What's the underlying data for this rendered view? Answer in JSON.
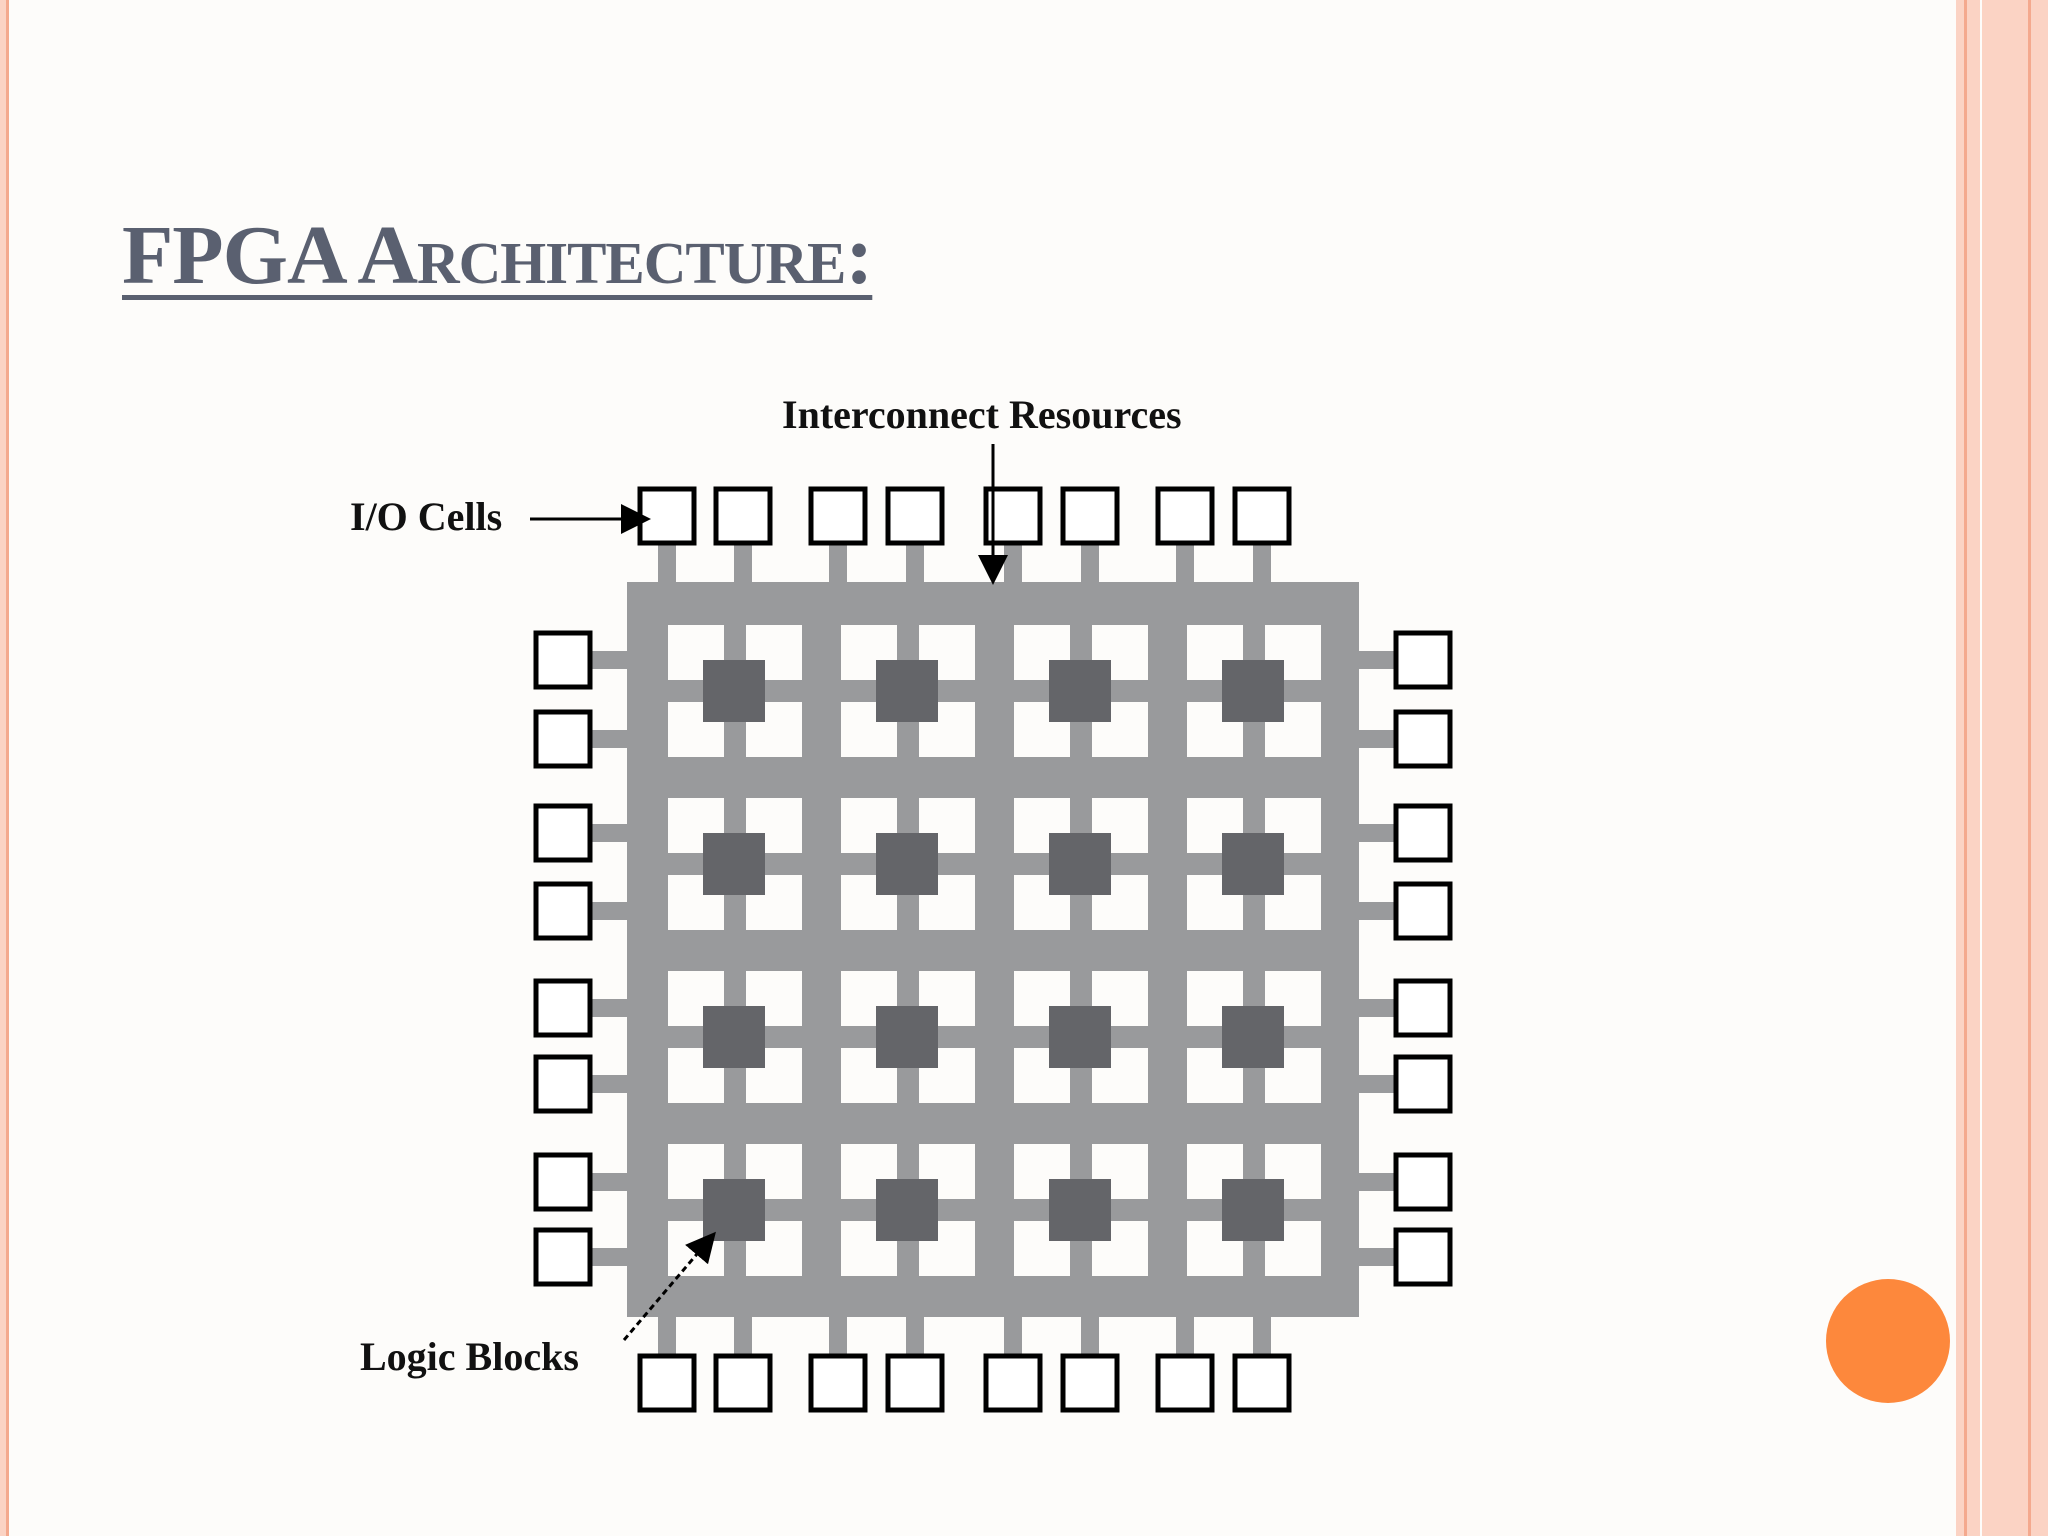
{
  "slide": {
    "title": "FPGA Architecture:"
  },
  "colors": {
    "background": "#fdfcfa",
    "title": "#5a6070",
    "border_light": "#fbd3c4",
    "border_accent": "#f4a98e",
    "accent_circle": "#fd883c",
    "interconnect": "#999a9c",
    "logic_block": "#646569",
    "io_cell_stroke": "#000000"
  },
  "diagram": {
    "labels": {
      "interconnect": "Interconnect Resources",
      "io_cells": "I/O Cells",
      "logic_blocks": "Logic Blocks"
    },
    "grid": {
      "rows": 4,
      "columns": 4
    },
    "io_cells_per_side": 8
  }
}
